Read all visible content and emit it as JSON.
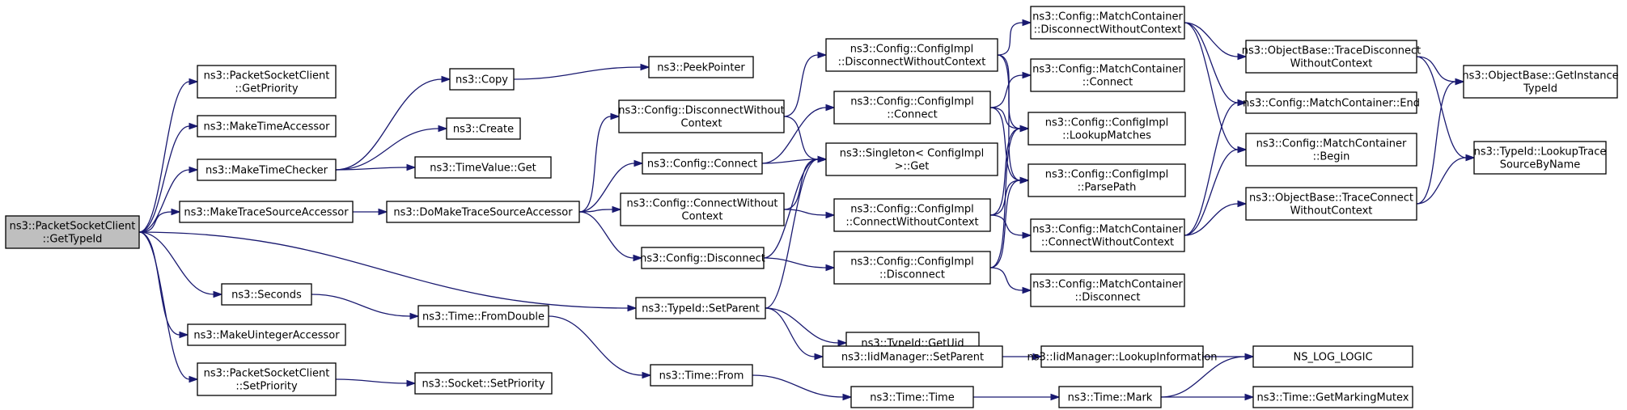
{
  "nodes": [
    {
      "id": "n0",
      "lines": [
        "ns3::PacketSocketClient",
        "::GetTypeId"
      ]
    },
    {
      "id": "n1",
      "lines": [
        "ns3::PacketSocketClient",
        "::GetPriority"
      ]
    },
    {
      "id": "n2",
      "lines": [
        "ns3::MakeTimeAccessor"
      ]
    },
    {
      "id": "n3",
      "lines": [
        "ns3::MakeTimeChecker"
      ]
    },
    {
      "id": "n4",
      "lines": [
        "ns3::MakeTraceSourceAccessor"
      ]
    },
    {
      "id": "n5",
      "lines": [
        "ns3::Seconds"
      ]
    },
    {
      "id": "n6",
      "lines": [
        "ns3::MakeUintegerAccessor"
      ]
    },
    {
      "id": "n7",
      "lines": [
        "ns3::PacketSocketClient",
        "::SetPriority"
      ]
    },
    {
      "id": "n8",
      "lines": [
        "ns3::Copy"
      ]
    },
    {
      "id": "n9",
      "lines": [
        "ns3::Create"
      ]
    },
    {
      "id": "n10",
      "lines": [
        "ns3::TimeValue::Get"
      ]
    },
    {
      "id": "n11",
      "lines": [
        "ns3::DoMakeTraceSourceAccessor"
      ]
    },
    {
      "id": "n12",
      "lines": [
        "ns3::Time::FromDouble"
      ]
    },
    {
      "id": "n13",
      "lines": [
        "ns3::Socket::SetPriority"
      ]
    },
    {
      "id": "n14",
      "lines": [
        "ns3::PeekPointer"
      ]
    },
    {
      "id": "n15",
      "lines": [
        "ns3::Config::DisconnectWithout",
        "Context"
      ]
    },
    {
      "id": "n16",
      "lines": [
        "ns3::Config::Connect"
      ]
    },
    {
      "id": "n17",
      "lines": [
        "ns3::Config::ConnectWithout",
        "Context"
      ]
    },
    {
      "id": "n18",
      "lines": [
        "ns3::Config::Disconnect"
      ]
    },
    {
      "id": "n19",
      "lines": [
        "ns3::TypeId::SetParent"
      ]
    },
    {
      "id": "n20",
      "lines": [
        "ns3::Time::From"
      ]
    },
    {
      "id": "n21",
      "lines": [
        "ns3::Config::ConfigImpl",
        "::DisconnectWithoutContext"
      ]
    },
    {
      "id": "n22",
      "lines": [
        "ns3::Config::ConfigImpl",
        "::Connect"
      ]
    },
    {
      "id": "n23",
      "lines": [
        "ns3::Singleton< ConfigImpl",
        " >::Get"
      ]
    },
    {
      "id": "n24",
      "lines": [
        "ns3::Config::ConfigImpl",
        "::ConnectWithoutContext"
      ]
    },
    {
      "id": "n25",
      "lines": [
        "ns3::Config::ConfigImpl",
        "::Disconnect"
      ]
    },
    {
      "id": "n26",
      "lines": [
        "ns3::TypeId::GetUid"
      ]
    },
    {
      "id": "n27",
      "lines": [
        "ns3::IidManager::SetParent"
      ]
    },
    {
      "id": "n28",
      "lines": [
        "ns3::Time::Time"
      ]
    },
    {
      "id": "n29",
      "lines": [
        "ns3::Config::MatchContainer",
        "::DisconnectWithoutContext"
      ]
    },
    {
      "id": "n30",
      "lines": [
        "ns3::Config::MatchContainer",
        "::Connect"
      ]
    },
    {
      "id": "n31",
      "lines": [
        "ns3::Config::ConfigImpl",
        "::LookupMatches"
      ]
    },
    {
      "id": "n32",
      "lines": [
        "ns3::Config::ConfigImpl",
        "::ParsePath"
      ]
    },
    {
      "id": "n33",
      "lines": [
        "ns3::Config::MatchContainer",
        "::ConnectWithoutContext"
      ]
    },
    {
      "id": "n34",
      "lines": [
        "ns3::Config::MatchContainer",
        "::Disconnect"
      ]
    },
    {
      "id": "n35",
      "lines": [
        "ns3::IidManager::LookupInformation"
      ]
    },
    {
      "id": "n36",
      "lines": [
        "ns3::Time::Mark"
      ]
    },
    {
      "id": "n37",
      "lines": [
        "ns3::ObjectBase::TraceDisconnect",
        "WithoutContext"
      ]
    },
    {
      "id": "n38",
      "lines": [
        "ns3::Config::MatchContainer::End"
      ]
    },
    {
      "id": "n39",
      "lines": [
        "ns3::Config::MatchContainer",
        "::Begin"
      ]
    },
    {
      "id": "n40",
      "lines": [
        "ns3::ObjectBase::TraceConnect",
        "WithoutContext"
      ]
    },
    {
      "id": "n41",
      "lines": [
        "NS_LOG_LOGIC"
      ]
    },
    {
      "id": "n42",
      "lines": [
        "ns3::Time::GetMarkingMutex"
      ]
    },
    {
      "id": "n43",
      "lines": [
        "ns3::ObjectBase::GetInstance",
        "TypeId"
      ]
    },
    {
      "id": "n44",
      "lines": [
        "ns3::TypeId::LookupTrace",
        "SourceByName"
      ]
    }
  ],
  "edges": [
    [
      "n0",
      "n1"
    ],
    [
      "n0",
      "n2"
    ],
    [
      "n0",
      "n3"
    ],
    [
      "n0",
      "n4"
    ],
    [
      "n0",
      "n5"
    ],
    [
      "n0",
      "n6"
    ],
    [
      "n0",
      "n7"
    ],
    [
      "n0",
      "n19"
    ],
    [
      "n3",
      "n8"
    ],
    [
      "n3",
      "n9"
    ],
    [
      "n3",
      "n10"
    ],
    [
      "n8",
      "n14"
    ],
    [
      "n4",
      "n11"
    ],
    [
      "n11",
      "n15"
    ],
    [
      "n11",
      "n16"
    ],
    [
      "n11",
      "n17"
    ],
    [
      "n11",
      "n18"
    ],
    [
      "n5",
      "n12"
    ],
    [
      "n12",
      "n20"
    ],
    [
      "n20",
      "n28"
    ],
    [
      "n28",
      "n36"
    ],
    [
      "n7",
      "n13"
    ],
    [
      "n15",
      "n21"
    ],
    [
      "n15",
      "n23"
    ],
    [
      "n16",
      "n22"
    ],
    [
      "n16",
      "n23"
    ],
    [
      "n17",
      "n23"
    ],
    [
      "n17",
      "n24"
    ],
    [
      "n18",
      "n23"
    ],
    [
      "n18",
      "n25"
    ],
    [
      "n19",
      "n23"
    ],
    [
      "n19",
      "n26"
    ],
    [
      "n19",
      "n27"
    ],
    [
      "n21",
      "n29"
    ],
    [
      "n21",
      "n31"
    ],
    [
      "n21",
      "n32"
    ],
    [
      "n22",
      "n30"
    ],
    [
      "n22",
      "n31"
    ],
    [
      "n22",
      "n32"
    ],
    [
      "n24",
      "n31"
    ],
    [
      "n24",
      "n32"
    ],
    [
      "n24",
      "n33"
    ],
    [
      "n25",
      "n31"
    ],
    [
      "n25",
      "n32"
    ],
    [
      "n25",
      "n34"
    ],
    [
      "n27",
      "n35"
    ],
    [
      "n35",
      "n41"
    ],
    [
      "n36",
      "n41"
    ],
    [
      "n36",
      "n42"
    ],
    [
      "n29",
      "n37"
    ],
    [
      "n29",
      "n38"
    ],
    [
      "n29",
      "n39"
    ],
    [
      "n33",
      "n38"
    ],
    [
      "n33",
      "n39"
    ],
    [
      "n33",
      "n40"
    ],
    [
      "n37",
      "n43"
    ],
    [
      "n37",
      "n44"
    ],
    [
      "n40",
      "n43"
    ],
    [
      "n40",
      "n44"
    ]
  ]
}
